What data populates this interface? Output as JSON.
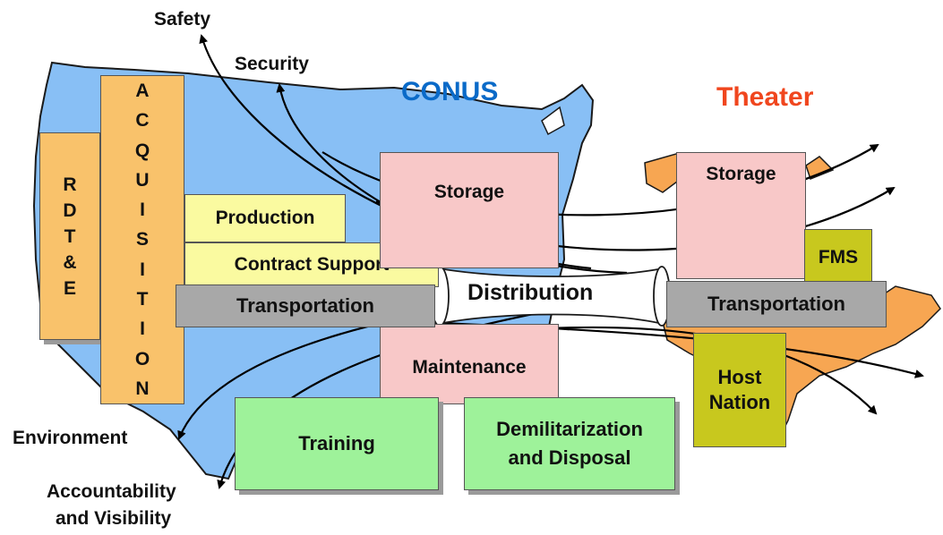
{
  "regions": {
    "conus": "CONUS",
    "theater": "Theater"
  },
  "colors": {
    "conus_map": "#88bff5",
    "theater_map": "#f7a652",
    "pink": "#f8c8c8",
    "yellow": "#fafaa0",
    "orange": "#f9c26b",
    "gray": "#a8a8a8",
    "olive": "#c8c81e",
    "green": "#9ef29a",
    "conus_text": "#0a6ac8",
    "theater_text": "#f0461e"
  },
  "acquisition_letters": [
    "A",
    "C",
    "Q",
    "U",
    "I",
    "S",
    "I",
    "T",
    "I",
    "O",
    "N"
  ],
  "rdte_lines": [
    "R",
    "D",
    "T",
    "&",
    "E"
  ],
  "boxes": {
    "production": "Production",
    "contract_support": "Contract Support",
    "transportation_conus": "Transportation",
    "storage_conus": "Storage",
    "maintenance": "Maintenance",
    "distribution": "Distribution",
    "storage_theater": "Storage",
    "fms": "FMS",
    "transportation_theater": "Transportation",
    "host_nation_line1": "Host",
    "host_nation_line2": "Nation",
    "training": "Training",
    "demil_line1": "Demilitarization",
    "demil_line2": "and Disposal"
  },
  "arrow_labels": {
    "safety": "Safety",
    "security": "Security",
    "environment": "Environment",
    "accountability_line1": "Accountability",
    "accountability_line2": "and Visibility"
  }
}
